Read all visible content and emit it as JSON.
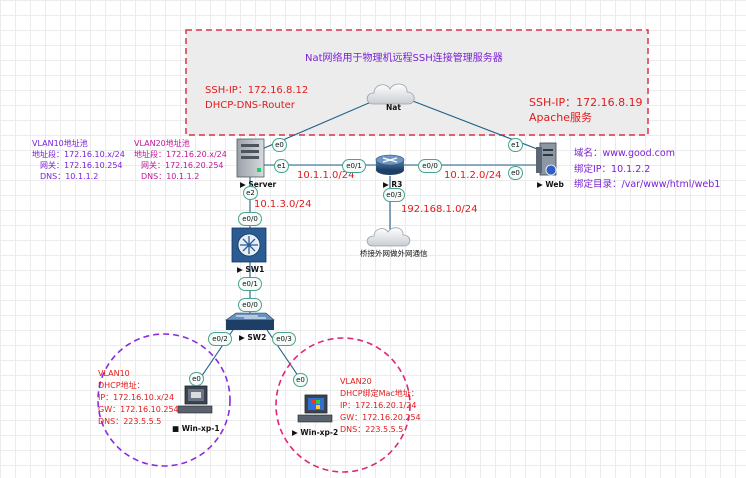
{
  "nat_box": {
    "title": "Nat网络用于物理机远程SSH连接管理服务器"
  },
  "router_info": {
    "ssh_ip": "SSH-IP：172.16.8.12",
    "role": "DHCP-DNS-Router"
  },
  "web_info": {
    "ssh_ip": "SSH-IP：172.16.8.19",
    "service": "Apache服务"
  },
  "vlan10_addr": {
    "title": "VLAN10地址池",
    "segment": "地址段：172.16.10.x/24",
    "gateway": "网关：172.16.10.254",
    "dns": "DNS：10.1.1.2"
  },
  "vlan20_addr": {
    "title": "VLAN20地址池",
    "segment": "地址段：172.16.20.x/24",
    "gateway": "网关：172.16.20.254",
    "dns": "DNS：10.1.1.2"
  },
  "web_domain": {
    "domain": "域名：www.good.com",
    "bind_ip": "绑定IP：10.1.2.2",
    "bind_dir": "绑定目录：/var/www/html/web1"
  },
  "devices": {
    "nat": "Nat",
    "server": "Server",
    "r3": "R3",
    "web": "Web",
    "sw1": "SW1",
    "sw2": "SW2",
    "winxp1": "Win-xp-1",
    "winxp2": "Win-xp-2",
    "bridge": "桥接外网做外网通信"
  },
  "networks": {
    "n1": "10.1.1.0/24",
    "n2": "10.1.2.0/24",
    "n3": "10.1.3.0/24",
    "n4": "192.168.1.0/24"
  },
  "ports": {
    "server_e0": "e0",
    "server_e1": "e1",
    "server_e2": "e2",
    "r3_e01": "e0/1",
    "r3_e00": "e0/0",
    "r3_e03": "e0/3",
    "web_e1": "e1",
    "web_e0": "e0",
    "sw1_e00": "e0/0",
    "sw1_e01": "e0/1",
    "sw2_e00": "e0/0",
    "sw2_e02": "e0/2",
    "sw2_e03": "e0/3",
    "xp1_e0": "e0",
    "xp2_e0": "e0"
  },
  "pc1": {
    "vlan": "VLAN10",
    "dhcp": "DHCP地址：",
    "ip": "IP：172.16.10.x/24",
    "gw": "GW：172.16.10.254",
    "dns": "DNS：223.5.5.5"
  },
  "pc2": {
    "vlan": "VLAN20",
    "dhcp": "DHCP绑定Mac地址：",
    "ip": "IP：172.16.20.1/24",
    "gw": "GW：172.16.20.254",
    "dns": "DNS：223.5.5.5"
  },
  "colors": {
    "link": "#1f5f8a",
    "nat_border": "#d8344f",
    "vlan10_circle": "#8a2be2",
    "vlan20_circle": "#e0267a"
  }
}
